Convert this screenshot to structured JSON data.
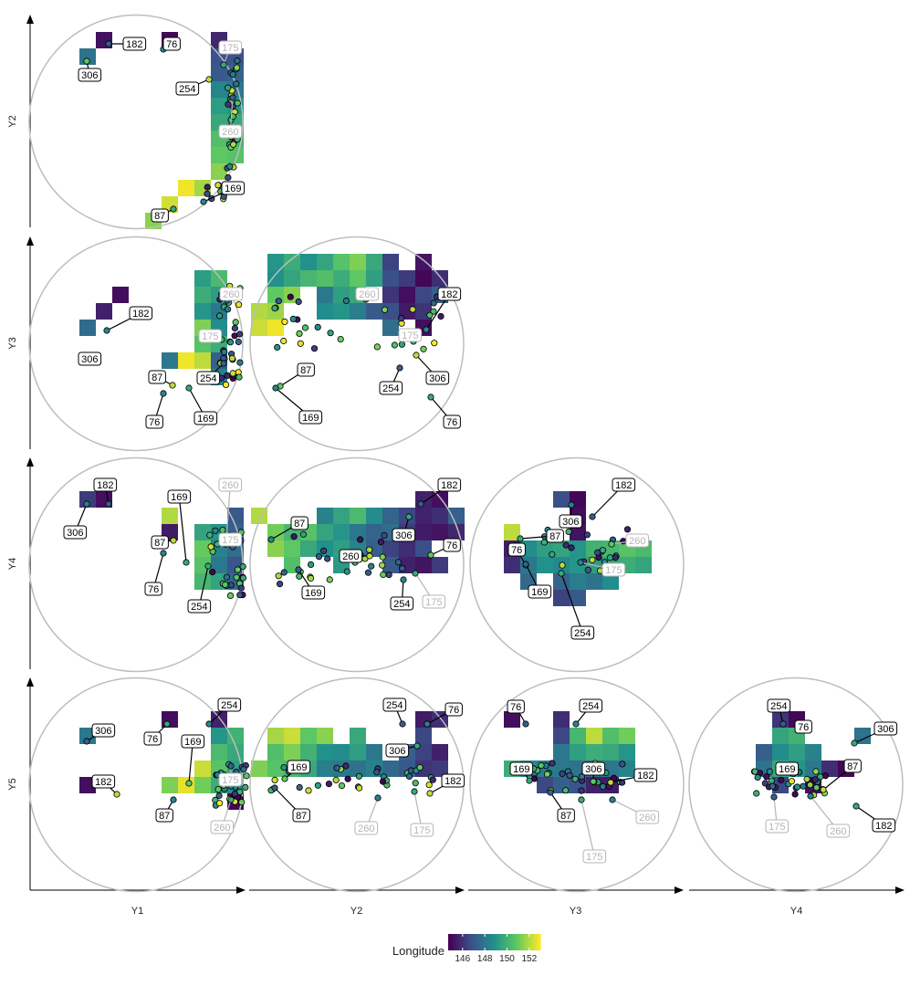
{
  "chart_data": {
    "type": "scatter",
    "description_type": "tour-plot scatterplot matrix with binned background tiles",
    "x_axis_labels": [
      "Y1",
      "Y2",
      "Y3",
      "Y4"
    ],
    "y_axis_labels": [
      "Y2",
      "Y3",
      "Y4",
      "Y5"
    ],
    "legend": {
      "title": "Longitude",
      "ticks": [
        146,
        148,
        150,
        152
      ],
      "range": [
        144.7,
        153
      ],
      "palette": [
        "#440154",
        "#3b528b",
        "#21918c",
        "#5ec962",
        "#fde725"
      ],
      "placement": "bottom-center"
    },
    "label_colors": {
      "highlight": "#000000",
      "muted": "#b5b5b5"
    },
    "panels": [
      {
        "name": "panel-Y2-vs-Y1",
        "x": "Y1",
        "y": "Y2",
        "labels": [
          {
            "text": "182",
            "muted": false
          },
          {
            "text": "76",
            "muted": false
          },
          {
            "text": "175",
            "muted": true
          },
          {
            "text": "306",
            "muted": false
          },
          {
            "text": "254",
            "muted": false
          },
          {
            "text": "260",
            "muted": true
          },
          {
            "text": "169",
            "muted": false
          },
          {
            "text": "87",
            "muted": false
          }
        ]
      },
      {
        "name": "panel-Y3-vs-Y1",
        "x": "Y1",
        "y": "Y3",
        "labels": [
          {
            "text": "260",
            "muted": true
          },
          {
            "text": "182",
            "muted": false
          },
          {
            "text": "175",
            "muted": true
          },
          {
            "text": "306",
            "muted": false
          },
          {
            "text": "87",
            "muted": false
          },
          {
            "text": "254",
            "muted": false
          },
          {
            "text": "76",
            "muted": false
          },
          {
            "text": "169",
            "muted": false
          }
        ]
      },
      {
        "name": "panel-Y3-vs-Y2",
        "x": "Y2",
        "y": "Y3",
        "labels": [
          {
            "text": "260",
            "muted": true
          },
          {
            "text": "182",
            "muted": false
          },
          {
            "text": "175",
            "muted": true
          },
          {
            "text": "87",
            "muted": false
          },
          {
            "text": "306",
            "muted": false
          },
          {
            "text": "254",
            "muted": false
          },
          {
            "text": "169",
            "muted": false
          },
          {
            "text": "76",
            "muted": false
          }
        ]
      },
      {
        "name": "panel-Y4-vs-Y1",
        "x": "Y1",
        "y": "Y4",
        "labels": [
          {
            "text": "182",
            "muted": false
          },
          {
            "text": "306",
            "muted": false
          },
          {
            "text": "169",
            "muted": false
          },
          {
            "text": "260",
            "muted": true
          },
          {
            "text": "87",
            "muted": false
          },
          {
            "text": "175",
            "muted": true
          },
          {
            "text": "76",
            "muted": false
          },
          {
            "text": "254",
            "muted": false
          }
        ]
      },
      {
        "name": "panel-Y4-vs-Y2",
        "x": "Y2",
        "y": "Y4",
        "labels": [
          {
            "text": "182",
            "muted": false
          },
          {
            "text": "87",
            "muted": false
          },
          {
            "text": "306",
            "muted": false
          },
          {
            "text": "76",
            "muted": false
          },
          {
            "text": "260",
            "muted": false
          },
          {
            "text": "169",
            "muted": false
          },
          {
            "text": "254",
            "muted": false
          },
          {
            "text": "175",
            "muted": true
          }
        ]
      },
      {
        "name": "panel-Y4-vs-Y3",
        "x": "Y3",
        "y": "Y4",
        "labels": [
          {
            "text": "182",
            "muted": false
          },
          {
            "text": "306",
            "muted": false
          },
          {
            "text": "87",
            "muted": false
          },
          {
            "text": "260",
            "muted": true
          },
          {
            "text": "76",
            "muted": false
          },
          {
            "text": "169",
            "muted": false
          },
          {
            "text": "175",
            "muted": true
          },
          {
            "text": "254",
            "muted": false
          }
        ]
      },
      {
        "name": "panel-Y5-vs-Y1",
        "x": "Y1",
        "y": "Y5",
        "labels": [
          {
            "text": "306",
            "muted": false
          },
          {
            "text": "254",
            "muted": false
          },
          {
            "text": "76",
            "muted": false
          },
          {
            "text": "169",
            "muted": false
          },
          {
            "text": "182",
            "muted": false
          },
          {
            "text": "175",
            "muted": true
          },
          {
            "text": "87",
            "muted": false
          },
          {
            "text": "260",
            "muted": true
          }
        ]
      },
      {
        "name": "panel-Y5-vs-Y2",
        "x": "Y2",
        "y": "Y5",
        "labels": [
          {
            "text": "254",
            "muted": false
          },
          {
            "text": "76",
            "muted": false
          },
          {
            "text": "306",
            "muted": false
          },
          {
            "text": "169",
            "muted": false
          },
          {
            "text": "182",
            "muted": false
          },
          {
            "text": "87",
            "muted": false
          },
          {
            "text": "260",
            "muted": true
          },
          {
            "text": "175",
            "muted": true
          }
        ]
      },
      {
        "name": "panel-Y5-vs-Y3",
        "x": "Y3",
        "y": "Y5",
        "labels": [
          {
            "text": "76",
            "muted": false
          },
          {
            "text": "254",
            "muted": false
          },
          {
            "text": "169",
            "muted": false
          },
          {
            "text": "306",
            "muted": false
          },
          {
            "text": "182",
            "muted": false
          },
          {
            "text": "87",
            "muted": false
          },
          {
            "text": "260",
            "muted": true
          },
          {
            "text": "175",
            "muted": true
          }
        ]
      },
      {
        "name": "panel-Y5-vs-Y4",
        "x": "Y4",
        "y": "Y5",
        "labels": [
          {
            "text": "254",
            "muted": false
          },
          {
            "text": "76",
            "muted": false
          },
          {
            "text": "306",
            "muted": false
          },
          {
            "text": "169",
            "muted": false
          },
          {
            "text": "87",
            "muted": false
          },
          {
            "text": "175",
            "muted": true
          },
          {
            "text": "260",
            "muted": true
          },
          {
            "text": "182",
            "muted": false
          }
        ]
      }
    ]
  }
}
